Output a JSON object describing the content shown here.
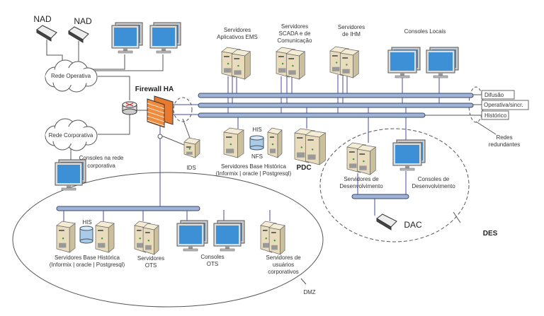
{
  "nodes": {
    "nad_1": "NAD",
    "nad_2": "NAD",
    "rede_operativa": "Rede Operativa",
    "rede_corporativa": "Rede Corporativa",
    "consoles_corporativa": [
      "Consoles na rede",
      "corporativa"
    ],
    "firewall": "Firewall HA",
    "ids": "IDS",
    "ems": [
      "Servidores",
      "Aplicativos EMS"
    ],
    "scada": [
      "Servidores",
      "SCADA e de",
      "Comunicação"
    ],
    "ihm": [
      "Servidores",
      "de IHM"
    ],
    "consoles_locais": "Consoles Locais",
    "his": "HIS",
    "nfs": "NFS",
    "base_historica": [
      "Servidores Base Histórica",
      "(Informix | oracle | Postgresql)"
    ],
    "pdc": "PDC",
    "dev_servers": [
      "Servidores de",
      "Desenvolvimento"
    ],
    "dev_consoles": [
      "Consoles de",
      "Desenvolvimento"
    ],
    "dac": "DAC",
    "des": "DES",
    "redes_redundantes": [
      "Redes",
      "redundantes"
    ],
    "dmz": "DMZ",
    "dmz_his": "HIS",
    "dmz_base_historica": [
      "Servidores Base Histórica",
      "(Informix | oracle | Postgresql)"
    ],
    "ots_servers": [
      "Servidores",
      "OTS"
    ],
    "ots_consoles": [
      "Consoles",
      "OTS"
    ],
    "corp_users": [
      "Servidores de",
      "usuários",
      "corporativos"
    ]
  },
  "buses": {
    "difusao": "Difusão",
    "operativa": "Operativa/sincr.",
    "historico": "Histórico"
  },
  "colors": {
    "bus": "#9fb3d6",
    "server": "#e8dcbc",
    "monitor_screen": "#3d8fd6",
    "firewall": "#f08a3c",
    "link": "#4a4aa8"
  }
}
